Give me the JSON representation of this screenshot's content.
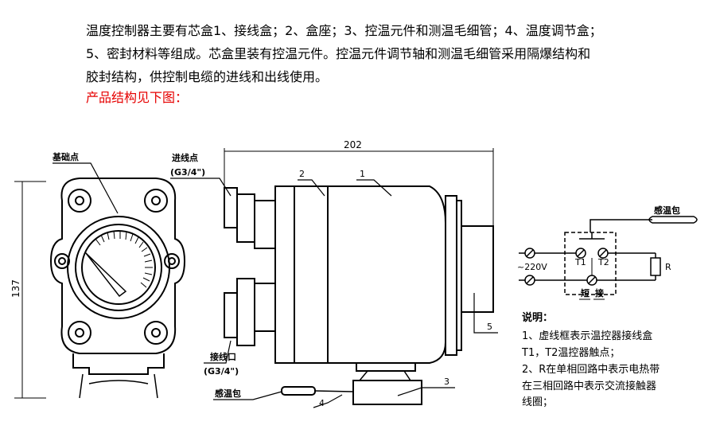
{
  "intro_lines": [
    "温度控制器主要有芯盒1、接线盒；2、盒座；3、控温元件和测温毛细管；4、温度调节盒；",
    "5、密封材料等组成。芯盒里装有控温元件。控温元件调节轴和测温毛细管采用隔爆结构和",
    "胶封结构，供控制电缆的进线和出线使用。"
  ],
  "caption": "产品结构见下图：",
  "labels": {
    "base_point": "基础点",
    "inlet": "进线点",
    "inlet_spec": "(G3/4\")",
    "wiring_port": "接线口",
    "wiring_spec": "(G3/4\")",
    "sensor": "感温包",
    "sensor_right": "感温包",
    "dim_width": "202",
    "dim_height": "137",
    "part_1": "1",
    "part_2": "2",
    "part_3": "3",
    "part_4": "4",
    "part_5": "5",
    "voltage": "~220V",
    "t1": "T1",
    "t2": "T2",
    "resistor": "R",
    "short": "短",
    "connect": "接"
  },
  "notes": {
    "title": "说明：",
    "lines": [
      "1、虚线框表示温控器接线盒",
      "T1，T2温控器触点；",
      "2、R在单相回路中表示电热带",
      "在三相回路中表示交流接触器",
      "线圈；"
    ]
  }
}
